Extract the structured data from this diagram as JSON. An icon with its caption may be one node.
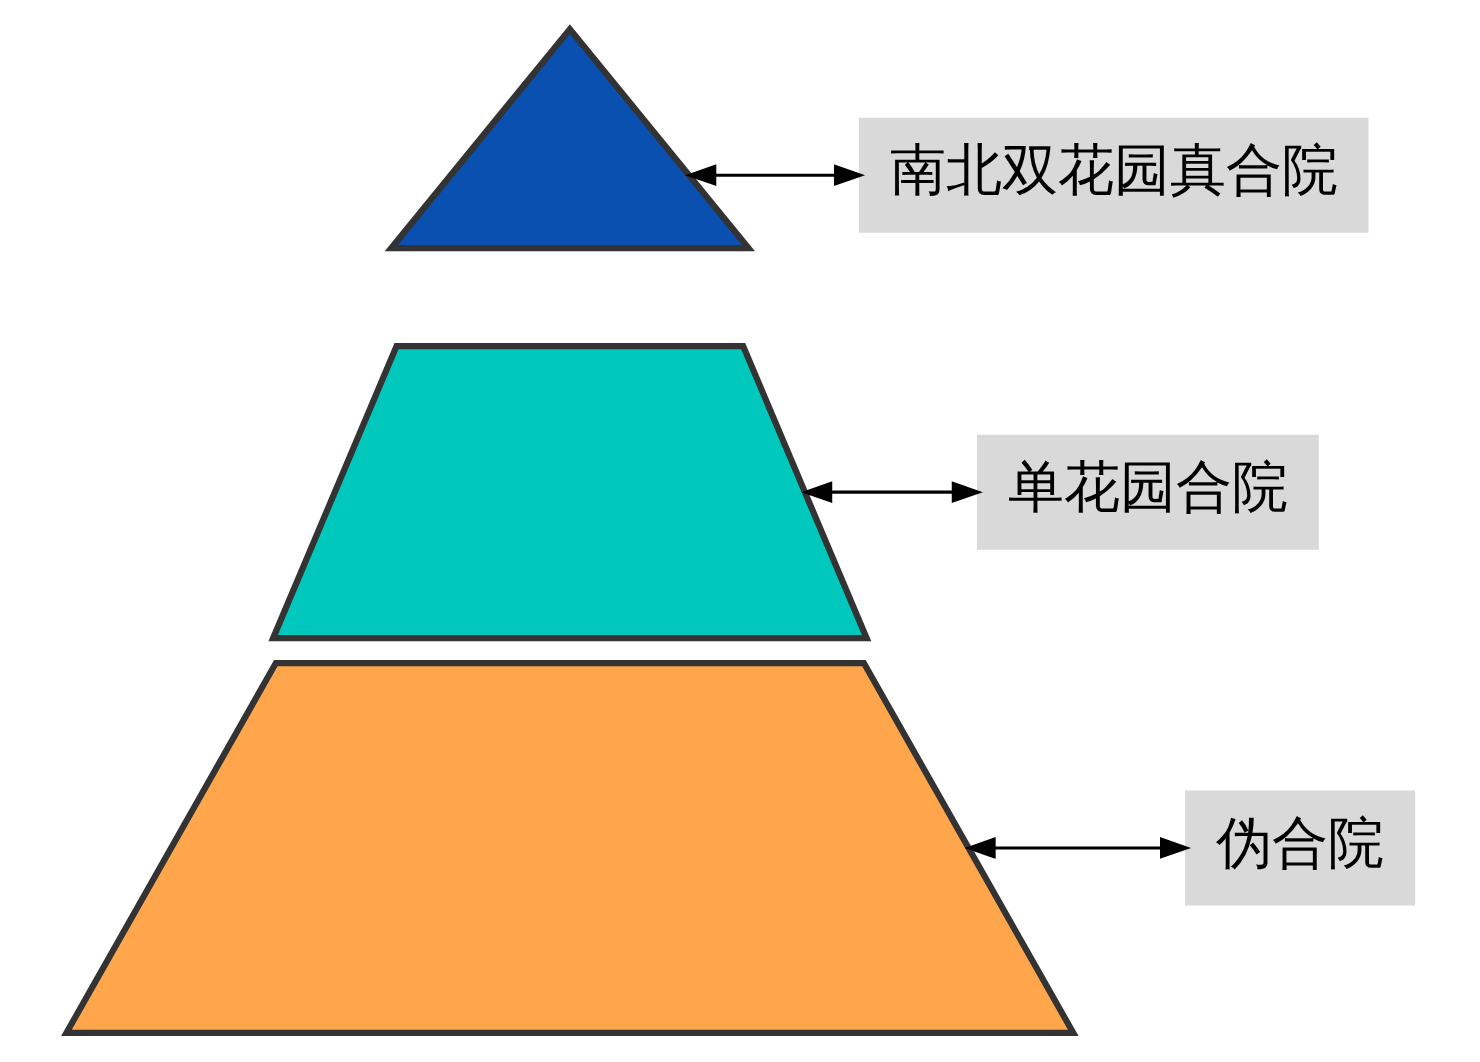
{
  "diagram": {
    "nodes": [
      {
        "text": [],
        "shape": "triangle"
      },
      {
        "text": [
          "南北双花园真合院"
        ]
      },
      {
        "text": [],
        "shape": "trapezium"
      },
      {
        "text": [
          "单花园合院"
        ]
      },
      {
        "text": [],
        "shape": "trapezium"
      },
      {
        "text": [
          "伪合院"
        ]
      }
    ],
    "edges": [
      {
        "from": 0,
        "to": 1,
        "arrow": "both"
      },
      {
        "from": 2,
        "to": 3,
        "arrow": "both"
      },
      {
        "from": 4,
        "to": 5,
        "arrow": "both"
      }
    ]
  }
}
